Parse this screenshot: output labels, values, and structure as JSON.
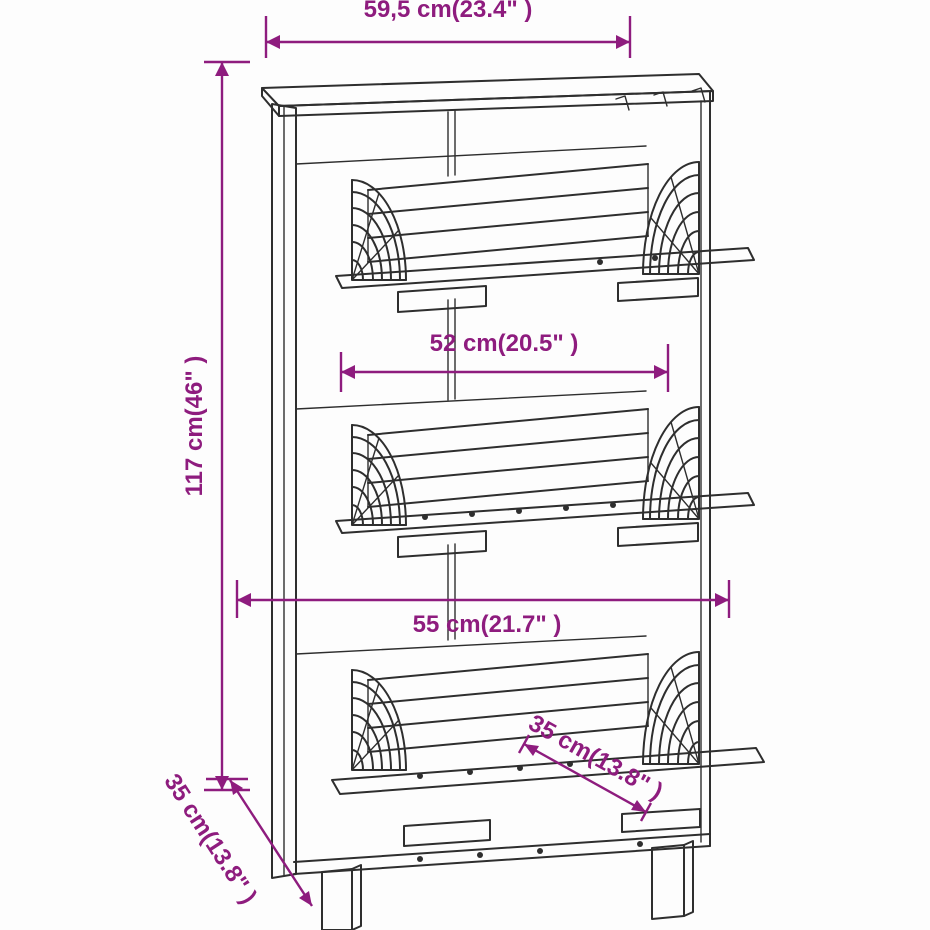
{
  "title": "Shoe cabinet dimension diagram",
  "colors": {
    "dimension": "#8E1C7E",
    "ink": "#2E2E2E",
    "background": "#FDFDFD"
  },
  "labels": {
    "width_top": "59,5 cm(23.4\" )",
    "height": "117 cm(46\" )",
    "inner_width": "52 cm(20.5\" )",
    "outer_width": "55 cm(21.7\" )",
    "drawer_depth": "35 cm(13.8\" )",
    "cabinet_depth": "35 cm(13.8\" )"
  }
}
